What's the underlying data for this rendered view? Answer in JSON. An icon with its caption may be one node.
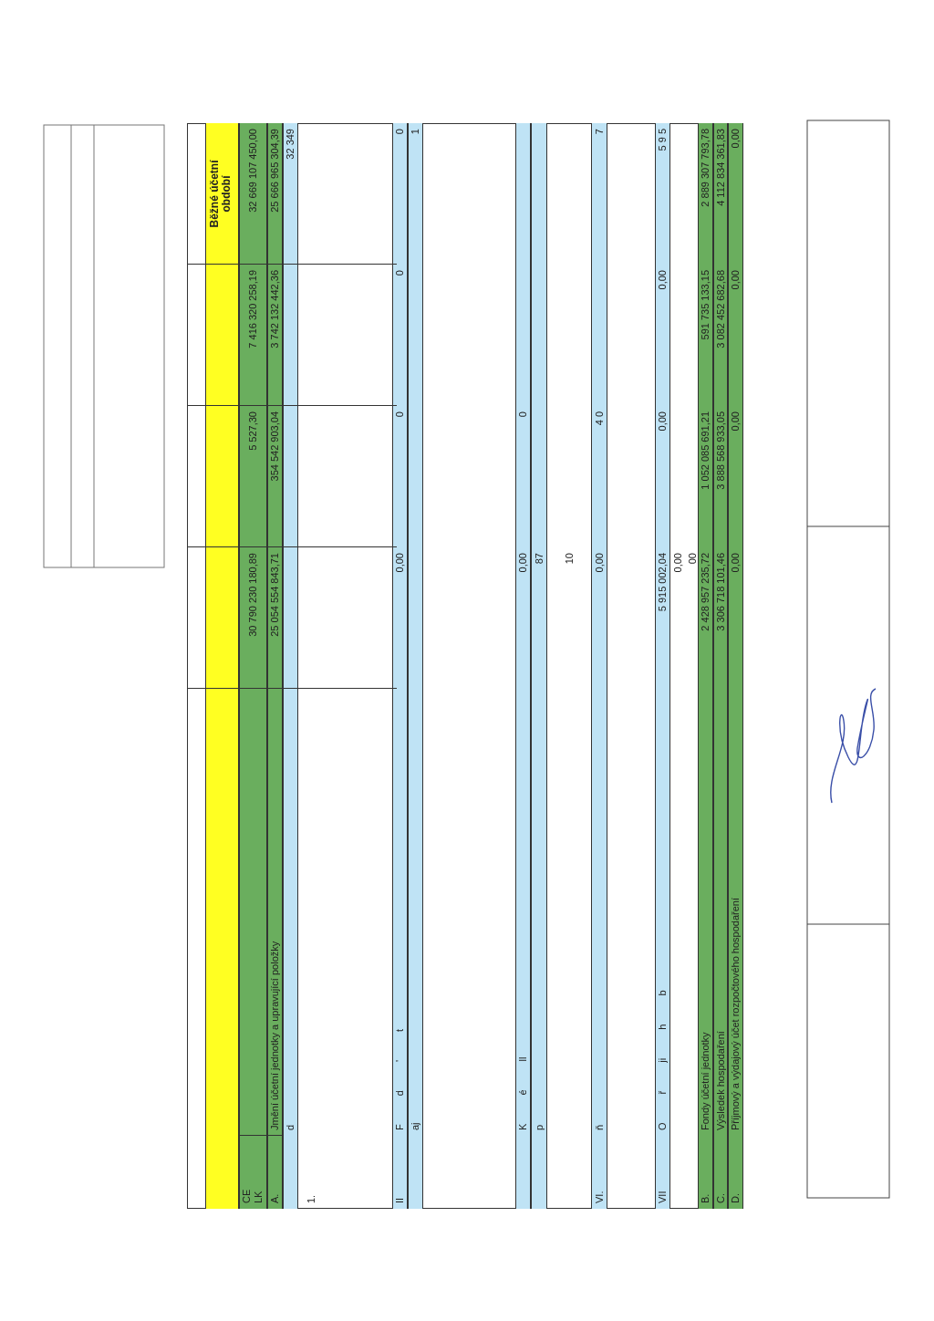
{
  "diagram": {
    "nodes": [
      {
        "text": [],
        "shape": "box"
      },
      {
        "text": [],
        "shape": "box"
      },
      {
        "text": [],
        "shape": "picture",
        "in": 1
      }
    ],
    "labels": [
      "Běžné účetní období",
      "CE LK",
      "30 790 230 180,89",
      "5 527,30",
      "7 416 320 258,19",
      "32 669 107 450,00",
      "A.",
      "Jmění účetní jednotky a upravující položky",
      "25 054 554 843,71",
      "354 542 903,04",
      "3 742 132 442,36",
      "25 666 965 304,39",
      "d",
      "32 349",
      "1.",
      "II",
      "F d ' t",
      "0,00",
      "0",
      "0",
      "0",
      "aj",
      "1",
      "K é ll",
      "0,00",
      "0",
      "p",
      "87",
      "10",
      "VI.",
      "ň",
      "0,00",
      "4 0",
      "7",
      "VII",
      "O ř ji h b",
      "5 915 002,04",
      "0,00",
      "0,00",
      "5 9 5",
      "0,00",
      "00",
      "B.",
      "Fondy účetní jednotky",
      "2 428 957 235,72",
      "1 052 085 691,21",
      "591 735 133,15",
      "2 889 307 793,78",
      "C.",
      "Výsledek hospodaření",
      "3 306 718 101,46",
      "3 888 568 933,05",
      "3 082 452 682,68",
      "4 112 834 361,83",
      "D.",
      "Příjmový a výdajový účet rozpočtového hospodaření",
      "0,00",
      "0,00",
      "0,00",
      "0,00"
    ]
  }
}
